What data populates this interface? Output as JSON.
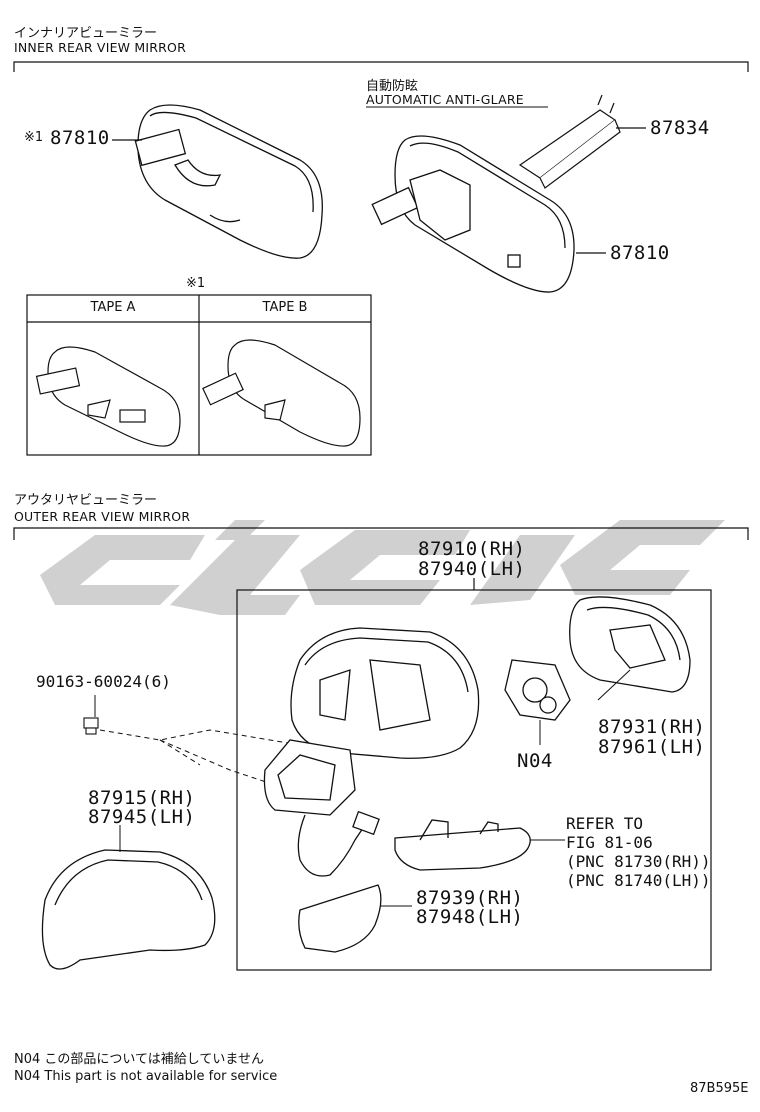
{
  "sections": {
    "inner": {
      "title_jp": "インナリアビューミラー",
      "title_en": "INNER REAR VIEW MIRROR"
    },
    "outer": {
      "title_jp": "アウタリヤビューミラー",
      "title_en": "OUTER REAR VIEW MIRROR"
    }
  },
  "inner": {
    "anti_glare_jp": "自動防眩",
    "anti_glare_en": "AUTOMATIC ANTI-GLARE",
    "ref_mark": "※1",
    "part_87810_left": "87810",
    "part_87834": "87834",
    "part_87810_right": "87810",
    "tape_note_mark": "※1",
    "tape_a": "TAPE A",
    "tape_b": "TAPE B"
  },
  "outer": {
    "assy_rh": "87910(RH)",
    "assy_lh": "87940(LH)",
    "screw": "90163-60024(6)",
    "cover_rh": "87915(RH)",
    "cover_lh": "87945(LH)",
    "glass_rh": "87931(RH)",
    "glass_lh": "87961(LH)",
    "motor": "N04",
    "refer_1": "REFER TO",
    "refer_2": "FIG 81-06",
    "refer_3": "(PNC 81730(RH))",
    "refer_4": "(PNC 81740(LH))",
    "lower_rh": "87939(RH)",
    "lower_lh": "87948(LH)"
  },
  "footer": {
    "note_jp": "N04 この部品については補給していません",
    "note_en": "N04 This part is not available for service",
    "diagram_code": "87B595E"
  },
  "colors": {
    "watermark": "#c8c8c8",
    "line": "#111111"
  }
}
